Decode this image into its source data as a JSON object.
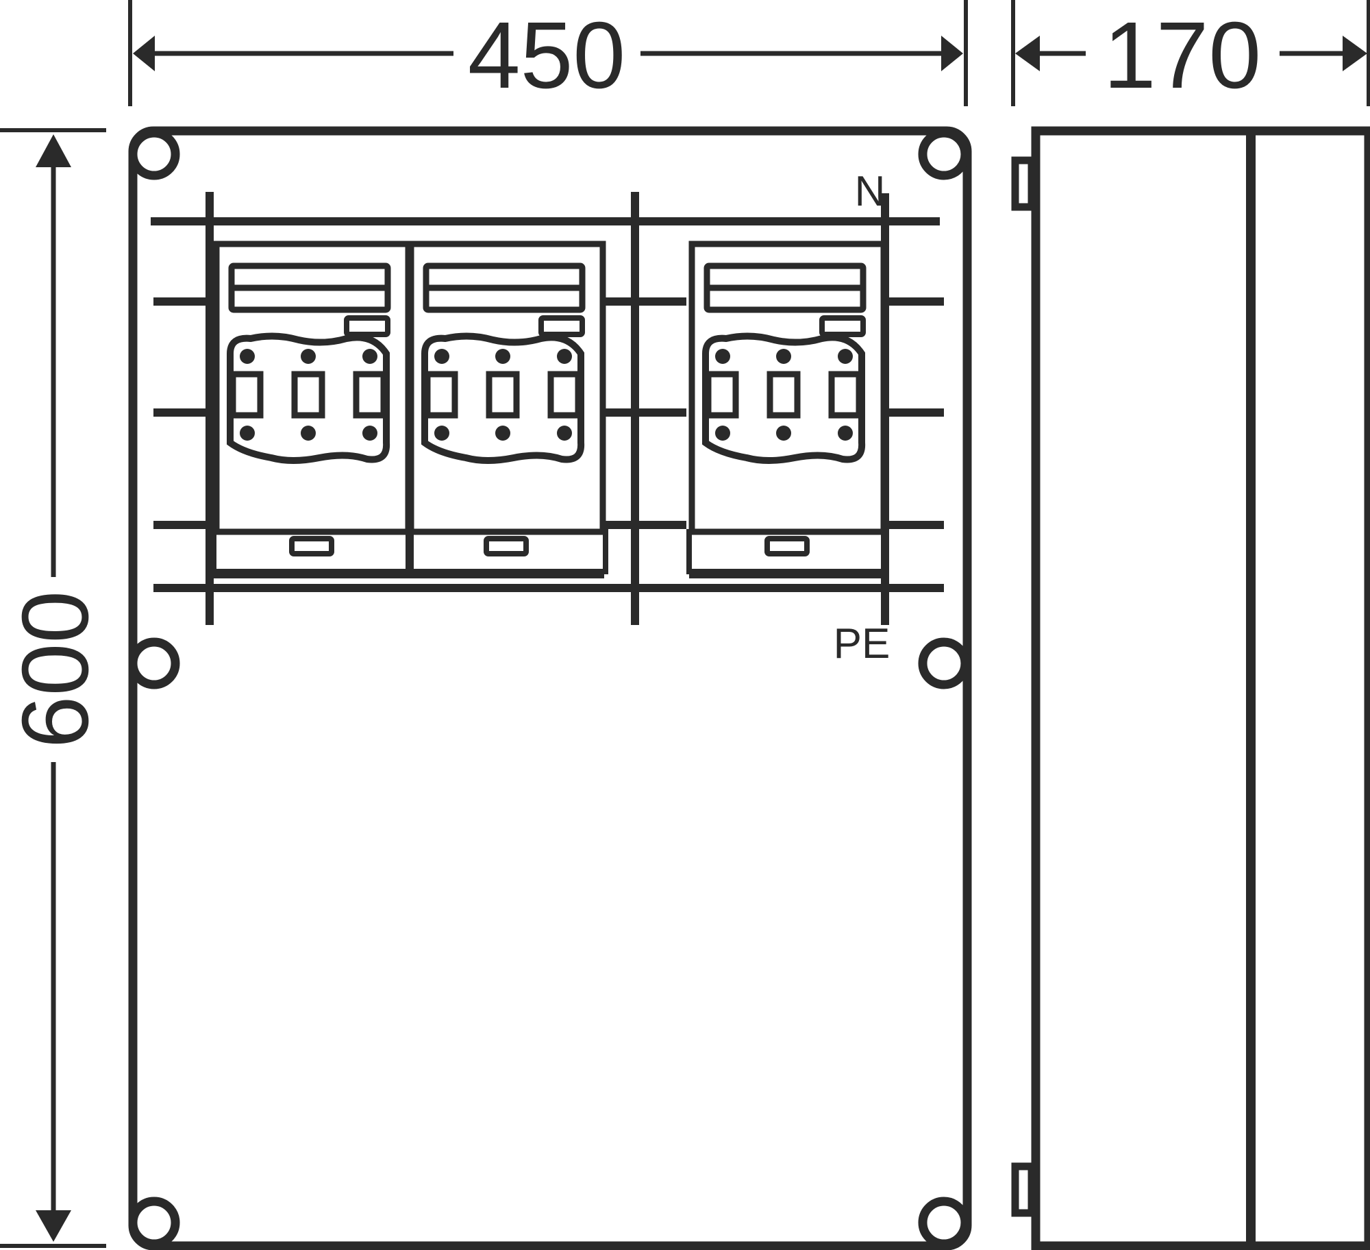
{
  "drawing": {
    "type": "enclosure-dimension-drawing",
    "line_color": "#2a2a2a",
    "background_color": "#ffffff"
  },
  "dimensions": {
    "width": {
      "value": "450",
      "unit": "mm"
    },
    "depth": {
      "value": "170",
      "unit": "mm"
    },
    "height": {
      "value": "600",
      "unit": "mm"
    }
  },
  "front_view": {
    "busbar_labels": {
      "neutral": "N",
      "protective_earth": "PE"
    },
    "fuse_modules": [
      {
        "id": 1,
        "poles": 3
      },
      {
        "id": 2,
        "poles": 3
      },
      {
        "id": 3,
        "poles": 3
      }
    ],
    "mounting_holes": 6
  },
  "side_view": {
    "sections": 2,
    "hinges": 2
  }
}
